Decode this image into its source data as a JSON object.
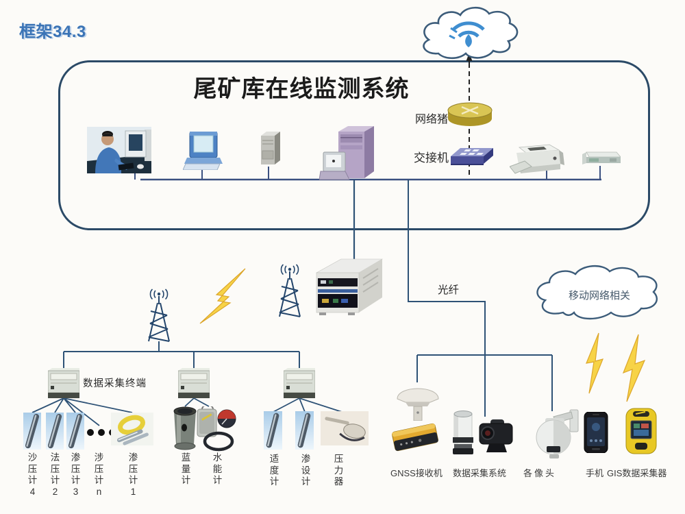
{
  "header": {
    "logo": "框架34.3"
  },
  "diagram": {
    "title": "尾矿库在线监测系统",
    "router_label": "网络猪",
    "switch_label": "交接机",
    "fiber_label": "光纤",
    "mobile_cloud_label": "移动网络相关",
    "terminal_label": "数据采集终端",
    "piezometer_labels": [
      "沙压计4",
      "法压计2",
      "渗压计3",
      "涉压计n",
      "渗压计1"
    ],
    "gauge_labels": [
      "蓝量计",
      "水能计"
    ],
    "probe_labels": [
      "适度计",
      "渗设计",
      "压力器"
    ],
    "device_labels": [
      "GNSS接收机",
      "数据采集系统",
      "各像头",
      "手机",
      "GIS数据采集器"
    ]
  },
  "icons": {
    "top_cloud": "wifi-cloud-icon",
    "mobile_cloud": "cloud-icon",
    "router": "router-icon",
    "switch": "switch-icon",
    "antenna_tower": "antenna-tower-icon",
    "lightning": "lightning-bolt-icon",
    "ellipsis": "ellipsis-dots"
  },
  "colors": {
    "box_border": "#2b4a67",
    "line": "#2e5276",
    "bus": "#3a5080",
    "accent_blue": "#3b74b6",
    "bolt_yellow": "#f7d347",
    "router_gold": "#d9c554",
    "switch_blue": "#5c62a8"
  }
}
